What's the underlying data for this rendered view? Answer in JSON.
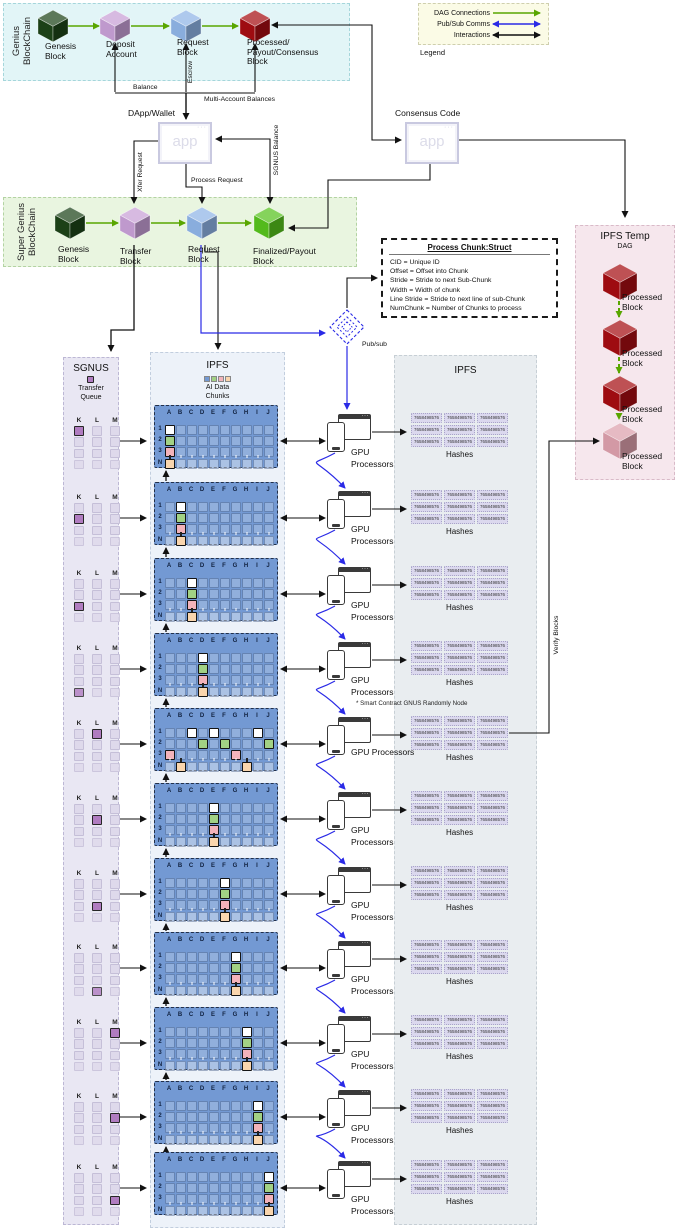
{
  "legend": {
    "title": "Legend",
    "items": [
      {
        "label": "DAG Connections",
        "color": "#59a600",
        "heads": "single"
      },
      {
        "label": "Pub/Sub Comms",
        "color": "#2a2ae6",
        "heads": "double"
      },
      {
        "label": "Interactions",
        "color": "#111111",
        "heads": "double"
      }
    ]
  },
  "genius_chain": {
    "title": "Genius\nBlockChain",
    "blocks": [
      {
        "label": "Genesis\nBlock",
        "color": "#1d4418"
      },
      {
        "label": "Deposit\nAccount",
        "color": "#c79fd6"
      },
      {
        "label": "Request\nBlock",
        "color": "#8fb4e6"
      },
      {
        "label": "Processed/\nPayout/Consensus\nBlock",
        "color": "#a50d12"
      }
    ]
  },
  "super_chain": {
    "title": "Super Genius\nBlockChain",
    "blocks": [
      {
        "label": "Genesis\nBlock",
        "color": "#1d4418"
      },
      {
        "label": "Transfer\nBlock",
        "color": "#c79fd6"
      },
      {
        "label": "Request\nBlock",
        "color": "#8fb4e6"
      },
      {
        "label": "Finalized/Payout\nBlock",
        "color": "#56c21d"
      }
    ]
  },
  "labels": {
    "balance": "Balance",
    "escrow": "Escrow",
    "multi_account": "Multi-Account Balances",
    "dapp_wallet": "DApp/Wallet",
    "consensus_code": "Consensus Code",
    "app": "app",
    "xfer_request": "Xfer Request",
    "process_request": "Process Request",
    "sgnus_balance": "SGNUS Balance",
    "pubsub": "Pub/sub",
    "verify_blocks": "Verify Blocks"
  },
  "process_chunk": {
    "title": "Process Chunk:Struct",
    "lines": [
      "CID = Unique ID",
      "Offset = Offset into Chunk",
      "Stride = Stride to next Sub-Chunk",
      "Width = Width of chunk",
      "Line Stride = Stride to next line of sub-Chunk",
      "NumChunk = Number of Chunks to process"
    ]
  },
  "ipfs_temp": {
    "title": "IPFS Temp",
    "subtitle": "DAG",
    "blocks": [
      {
        "label": "Processed\nBlock",
        "color": "#a50d12"
      },
      {
        "label": "Processed\nBlock",
        "color": "#a50d12"
      },
      {
        "label": "Processed\nBlock",
        "color": "#a50d12"
      },
      {
        "label": "Processed\nBlock",
        "color": "#dc9fac"
      }
    ]
  },
  "sgnus": {
    "title": "SGNUS",
    "queue_label": "Transfer\nQueue",
    "columns": [
      "K",
      "L",
      "M"
    ],
    "rows": 4,
    "highlight_color": "#b07cc0",
    "groups": [
      {
        "col": "K",
        "row": 1
      },
      {
        "col": "K",
        "row": 2
      },
      {
        "col": "K",
        "row": 3
      },
      {
        "col": "K",
        "row": 4
      },
      {
        "col": "L",
        "row": 1
      },
      {
        "col": "L",
        "row": 2
      },
      {
        "col": "L",
        "row": 3
      },
      {
        "col": "L",
        "row": 4
      },
      {
        "col": "M",
        "row": 1
      },
      {
        "col": "M",
        "row": 2
      },
      {
        "col": "M",
        "row": 3
      }
    ]
  },
  "ipfs_chunks": {
    "title": "IPFS",
    "caption": "AI Data\nChunks",
    "legend_colors": [
      "#7399d3",
      "#a2d184",
      "#f3b3ba",
      "#f9d5ad"
    ],
    "columns": [
      "A",
      "B",
      "C",
      "D",
      "E",
      "F",
      "G",
      "H",
      "I",
      "J"
    ],
    "row_labels": [
      "1",
      "2",
      "3",
      "N"
    ],
    "row_colors": [
      "#ffffff",
      "#a2d184",
      "#f3b3ba",
      "#f9d5ad"
    ],
    "grids": [
      {
        "col": "A"
      },
      {
        "col": "B"
      },
      {
        "col": "C"
      },
      {
        "col": "D"
      },
      {
        "cells": {
          "1": [
            "C",
            "E",
            "I"
          ],
          "2": [
            "D",
            "F",
            "J"
          ],
          "3": [
            "A",
            "G"
          ],
          "N": [
            "B",
            "H"
          ]
        }
      },
      {
        "col": "E"
      },
      {
        "col": "F"
      },
      {
        "col": "G"
      },
      {
        "col": "H"
      },
      {
        "col": "I"
      },
      {
        "col": "J"
      }
    ]
  },
  "gpu": {
    "label_lines": "GPU\nProcessors",
    "single_line_label": "GPU Processors",
    "note": "* Smart Contract GNUS Randomly Node",
    "count": 11,
    "special_index": 4
  },
  "hashes": {
    "panel_title": "IPFS",
    "value": "7658498576",
    "caption": "Hashes",
    "count": 11
  }
}
